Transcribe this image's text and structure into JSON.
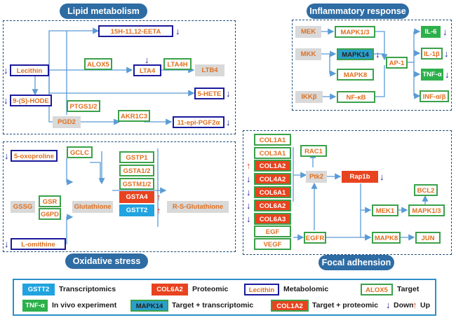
{
  "panels": {
    "lipid": "Lipid metabolism",
    "inflammatory": "Inflammatory response",
    "oxidative": "Oxidative stress",
    "focal": "Focal adhension"
  },
  "lipid": {
    "eeta": "15H-11,12-EETA",
    "lecithin": "Lecithin",
    "alox5": "ALOX5",
    "lta4": "LTA4",
    "lta4h": "LTA4H",
    "ltb4": "LTB4",
    "hode": "9-(S)-HODE",
    "hete": "5-HETE",
    "ptgs": "PTGS1/2",
    "pgd2": "PGD2",
    "akr": "AKR1C3",
    "pgf": "11-epi-PGF2α"
  },
  "inflam": {
    "mek": "MEK",
    "mkk": "MKK",
    "ikk": "IKKβ",
    "mapk13": "MAPK1/3",
    "mapk14": "MAPK14",
    "mapk8": "MAPK8",
    "nfkb": "NF-κB",
    "ap1": "AP-1",
    "il6": "IL-6",
    "il1b": "IL-1β",
    "tnfa": "TNF-α",
    "infab": "INF-α/β"
  },
  "oxid": {
    "oxoproline": "5-oxoproline",
    "gclc": "GCLC",
    "gssg": "GSSG",
    "gsr": "GSR",
    "g6pd": "G6PD",
    "glutathione": "Glutathione",
    "ornithine": "L-omithine",
    "gstp1": "GSTP1",
    "gsta12": "GSTA1/2",
    "gstm12": "GSTM1/2",
    "gsta4": "GSTA4",
    "gstt2": "GSTT2",
    "rsg": "R-S-Glutathione"
  },
  "focal": {
    "col1a1": "COL1A1",
    "col3a1": "COL3A1",
    "col1a2": "COL1A2",
    "col4a2": "COL4A2",
    "col6a1": "COL6A1",
    "col6a2": "COL6A2",
    "col6a3": "COL6A3",
    "rac1": "RAC1",
    "ptk2": "Ptk2",
    "rap1b": "Rap1b",
    "bcl2": "BCL2",
    "mek1": "MEK1",
    "mapk13": "MAPK1/3",
    "egf": "EGF",
    "vegf": "VEGF",
    "egfr": "EGFR",
    "mapk8": "MAPK8",
    "jun": "JUN"
  },
  "legend": {
    "gstt2": "GSTT2",
    "transcriptomics": "Transcriptomics",
    "col6a2": "COL6A2",
    "proteomic": "Proteomic",
    "lecithin": "Lecithin",
    "metabolomic": "Metabolomic",
    "alox5": "ALOX5",
    "target": "Target",
    "tnfa": "TNF-α",
    "invivo": "In vivo experiment",
    "mapk14": "MAPK14",
    "target_transcriptomic": "Target + transcriptomic",
    "col1a2": "COL1A2",
    "target_proteomic": "Target + proteomic",
    "down": "Down",
    "up": "Up"
  },
  "colors": {
    "target_border": "#3aa14a",
    "metabolomic_border": "#1a1a9c",
    "proteomic": "#e8431f",
    "transcriptomics": "#20a3e0",
    "in_vivo": "#2db04b",
    "text_orange": "#e07020",
    "title_blue": "#2e6ca4"
  },
  "symbols": {
    "down": "↓",
    "up": "↑"
  }
}
